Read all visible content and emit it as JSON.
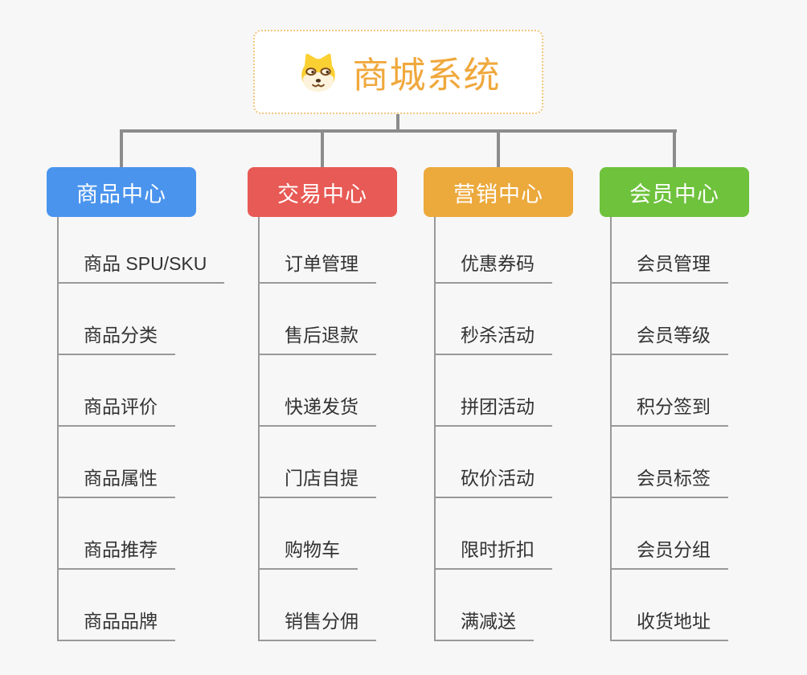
{
  "root": {
    "title": "商城系统",
    "icon": "shiba-dog-icon"
  },
  "colors": {
    "background": "#f7f7f7",
    "root_title": "#f0a83c",
    "root_border": "#f2c67e",
    "connector": "#8c8c8c",
    "item_line": "#999999",
    "item_text": "#333333"
  },
  "branches": [
    {
      "label": "商品中心",
      "color": "#4a94ee",
      "items": [
        "商品 SPU/SKU",
        "商品分类",
        "商品评价",
        "商品属性",
        "商品推荐",
        "商品品牌"
      ]
    },
    {
      "label": "交易中心",
      "color": "#e85a55",
      "items": [
        "订单管理",
        "售后退款",
        "快递发货",
        "门店自提",
        "购物车",
        "销售分佣"
      ]
    },
    {
      "label": "营销中心",
      "color": "#eca93c",
      "items": [
        "优惠券码",
        "秒杀活动",
        "拼团活动",
        "砍价活动",
        "限时折扣",
        "满减送"
      ]
    },
    {
      "label": "会员中心",
      "color": "#6ec23c",
      "items": [
        "会员管理",
        "会员等级",
        "积分签到",
        "会员标签",
        "会员分组",
        "收货地址"
      ]
    }
  ]
}
